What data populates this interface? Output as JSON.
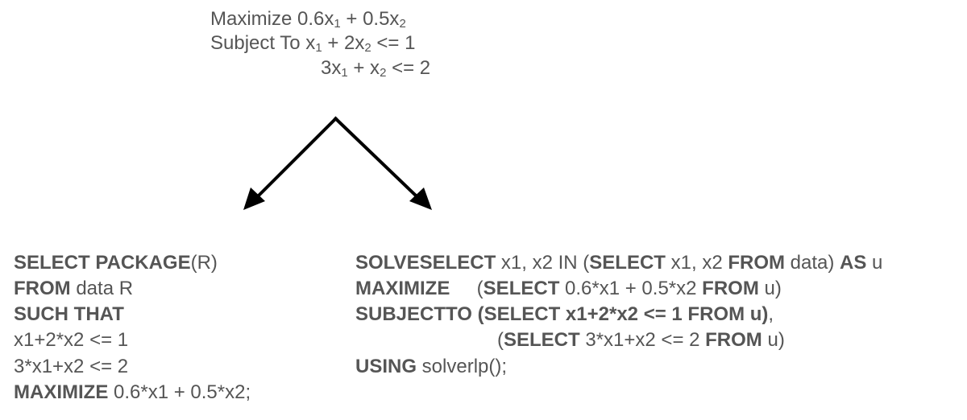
{
  "lp": {
    "line1": {
      "a": "Maximize 0.6x",
      "s1": "1",
      "b": " + 0.5x",
      "s2": "2"
    },
    "line2": {
      "a": "Subject To x",
      "s1": "1",
      "b": " + 2x",
      "s2": "2",
      "c": " <= 1"
    },
    "line3": {
      "a": "3x",
      "s1": "1",
      "b": " + x",
      "s2": "2",
      "c": " <= 2"
    }
  },
  "package_query": {
    "l1": {
      "kw": "SELECT PACKAGE",
      "rest": "(R)"
    },
    "l2": {
      "kw": "FROM",
      "rest": " data R"
    },
    "l3": {
      "kw": "SUCH THAT"
    },
    "l4": {
      "rest": "x1+2*x2 <= 1"
    },
    "l5": {
      "rest": "3*x1+x2 <= 2"
    },
    "l6": {
      "kw": "MAXIMIZE",
      "rest": " 0.6*x1 + 0.5*x2;"
    }
  },
  "solveselect_query": {
    "l1": {
      "kw1": "SOLVESELECT",
      "t1": " x1, x2 IN (",
      "kw2": "SELECT",
      "t2": " x1, x2 ",
      "kw3": "FROM",
      "t3": " data) ",
      "kw4": "AS",
      "t4": " u"
    },
    "l2": {
      "kw1": "MAXIMIZE",
      "t1": "     (",
      "kw2": "SELECT",
      "t2": " 0.6*x1 + 0.5*x2 ",
      "kw3": "FROM",
      "t3": " u)"
    },
    "l3": {
      "kw1": "SUBJECTTO",
      "t1": " ",
      "kw2": "(SELECT x1+2*x2 <= 1 FROM u)",
      "t2": ","
    },
    "l4": {
      "t1": "(",
      "kw2": "SELECT",
      "t2": " 3*x1+x2 <= 2 ",
      "kw3": "FROM",
      "t3": " u)"
    },
    "l5": {
      "kw1": "USING",
      "t1": " solverlp();"
    }
  }
}
